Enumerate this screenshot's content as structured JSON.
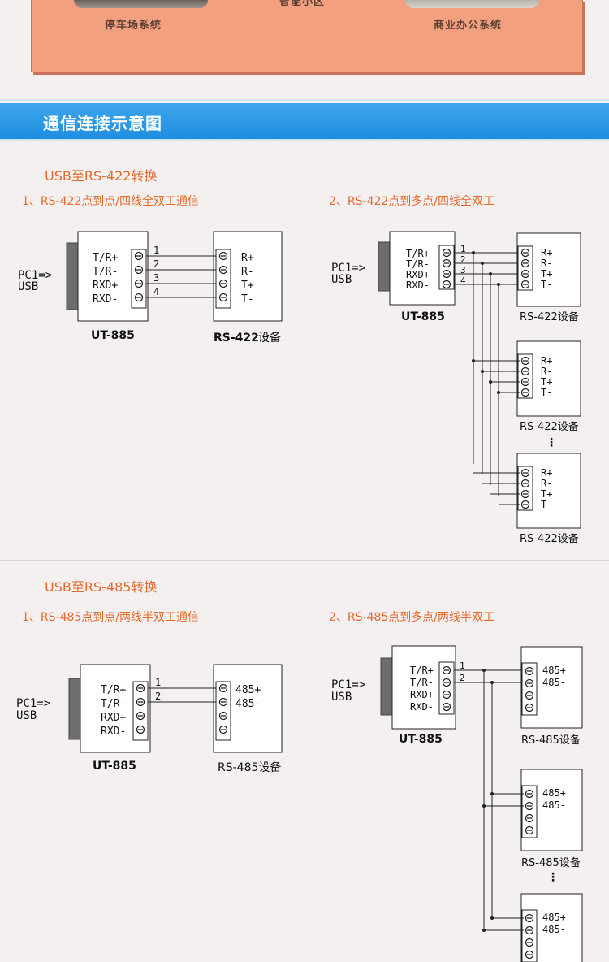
{
  "banner": {
    "left_label": "停车场系统",
    "center_label": "智能小区",
    "right_label": "商业办公系统"
  },
  "section_title": "通信连接示意图",
  "rs422": {
    "heading": "USB至RS-422转换",
    "caption1": "1、RS-422点到点/四线全双工通信",
    "caption2": "2、RS-422点到多点/四线全双工",
    "pc_label": "PC1=>",
    "usb_label": "USB",
    "converter": "UT-885",
    "converter_pins": [
      "T/R+",
      "T/R-",
      "RXD+",
      "RXD-"
    ],
    "wire_numbers": [
      "1",
      "2",
      "3",
      "4"
    ],
    "device_pins": [
      "R+",
      "R-",
      "T+",
      "T-"
    ],
    "device_name": "RS-422设备",
    "ellipsis": "⋮"
  },
  "rs485": {
    "heading": "USB至RS-485转换",
    "caption1": "1、RS-485点到点/两线半双工通信",
    "caption2": "2、RS-485点到多点/两线半双工",
    "pc_label": "PC1=>",
    "usb_label": "USB",
    "converter": "UT-885",
    "converter_pins": [
      "T/R+",
      "T/R-",
      "RXD+",
      "RXD-"
    ],
    "wire_numbers": [
      "1",
      "2"
    ],
    "device_pins": [
      "485+",
      "485-"
    ],
    "device_name": "RS-485设备",
    "ellipsis": "⋮"
  }
}
